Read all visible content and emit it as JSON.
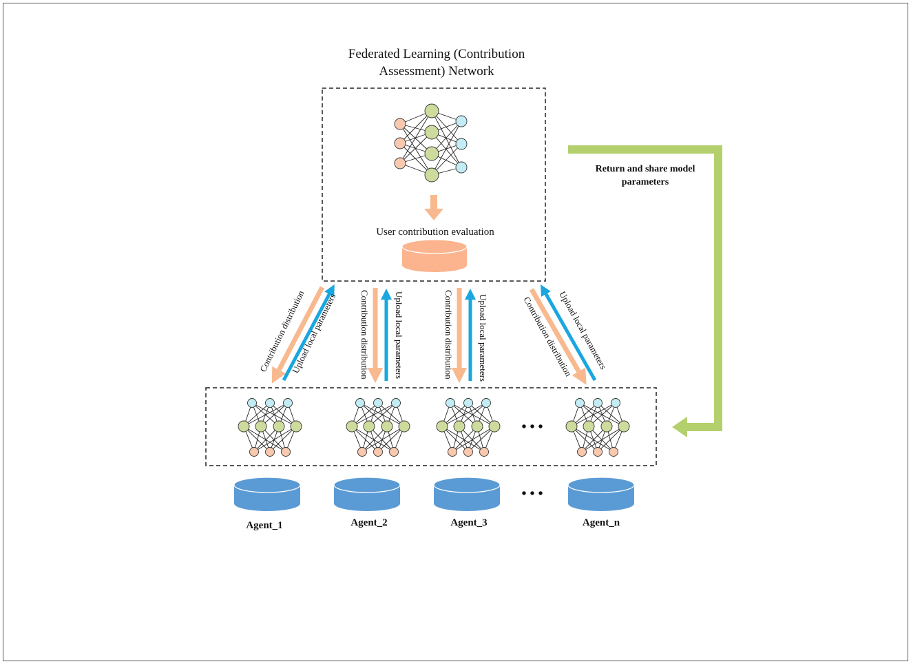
{
  "diagram": {
    "title_line1": "Federated Learning (Contribution",
    "title_line2": "Assessment) Network",
    "server": {
      "evaluation_label": "User contribution evaluation"
    },
    "return_label_line1": "Return and share model",
    "return_label_line2": "parameters",
    "flows": [
      {
        "down_label": "Contribution distribution",
        "up_label": "Upload local parameters"
      },
      {
        "down_label": "Contribution distribution",
        "up_label": "Upload local parameters"
      },
      {
        "down_label": "Contribution distribution",
        "up_label": "Upload local parameters"
      },
      {
        "down_label": "Contribution distribution",
        "up_label": "Upload local parameters"
      }
    ],
    "agents": [
      {
        "label": "Agent_1"
      },
      {
        "label": "Agent_2"
      },
      {
        "label": "Agent_3"
      },
      {
        "label": "Agent_n"
      }
    ],
    "ellipsis": "• • •",
    "colors": {
      "input_node": "#f8c9ae",
      "hidden_node": "#cddc9c",
      "output_node": "#c3ecf4",
      "server_db": "#fbb48e",
      "agent_db": "#5b9bd5",
      "down_arrow": "#f8b98f",
      "up_arrow": "#1aa6df",
      "return_arrow": "#b4d06c"
    }
  }
}
